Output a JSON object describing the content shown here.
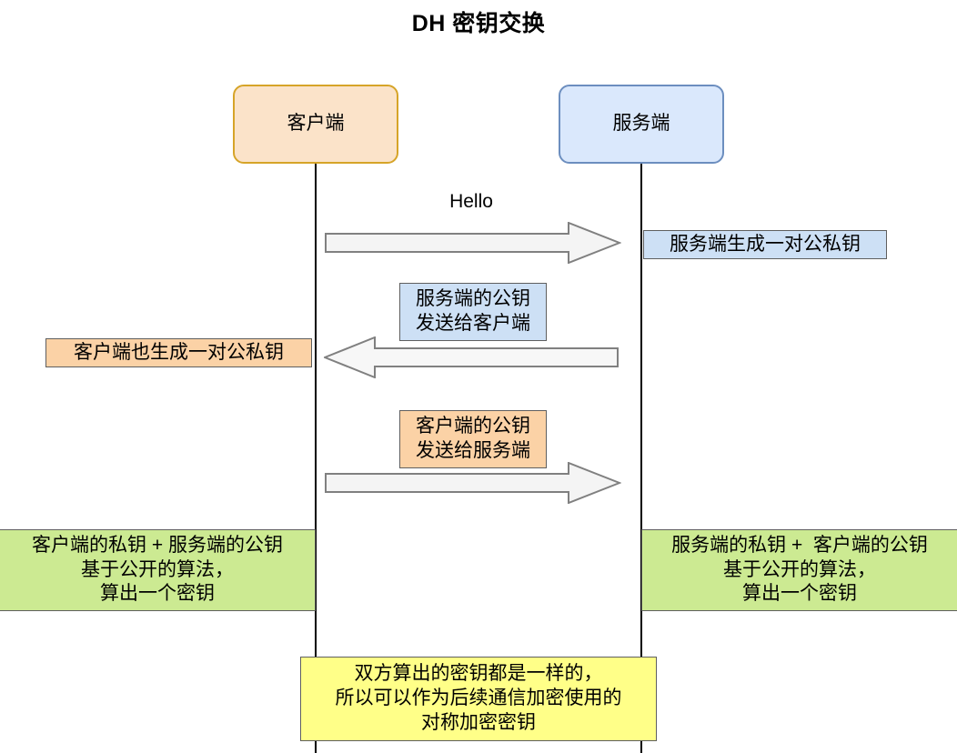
{
  "title": "DH 密钥交换",
  "actors": [
    {
      "id": "client",
      "label": "客户端"
    },
    {
      "id": "server",
      "label": "服务端"
    }
  ],
  "messages": [
    {
      "id": "hello",
      "label": "Hello",
      "direction": "right"
    },
    {
      "id": "server-pubkey",
      "label": "服务端的公钥\n发送给客户端",
      "direction": "left"
    },
    {
      "id": "client-pubkey",
      "label": "客户端的公钥\n发送给服务端",
      "direction": "right"
    }
  ],
  "notes": {
    "server_keygen": "服务端生成一对公私钥",
    "client_keygen": "客户端也生成一对公私钥",
    "client_compute": "客户端的私钥 + 服务端的公钥\n基于公开的算法，\n算出一个密钥",
    "server_compute": "服务端的私钥 +  客户端的公钥\n基于公开的算法，\n算出一个密钥",
    "conclusion": "双方算出的密钥都是一样的，\n所以可以作为后续通信加密使用的\n对称加密密钥"
  },
  "colors": {
    "client_fill": "#fbe3c9",
    "client_border": "#d6a428",
    "server_fill": "#dae8fc",
    "server_border": "#6c8ebf",
    "note_blue": "#cde0f5",
    "note_orange": "#fbd2a6",
    "note_green": "#ccea92",
    "note_yellow": "#ffff88",
    "arrow_fill": "#f4f4f4",
    "arrow_border": "#808080",
    "lifeline": "#000000"
  }
}
